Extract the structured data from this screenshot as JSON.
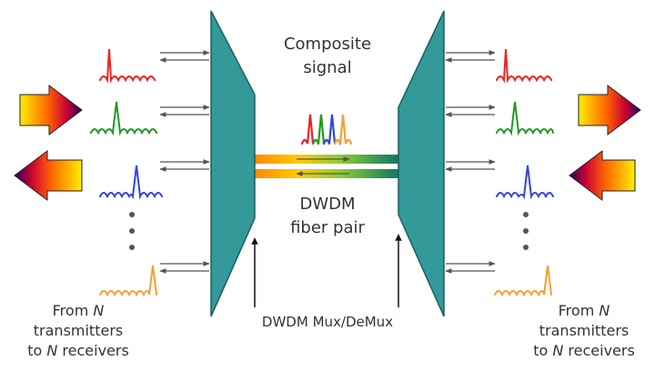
{
  "labels": {
    "composite_line1": "Composite",
    "composite_line2": "signal",
    "fiber_line1": "DWDM",
    "fiber_line2": "fiber pair",
    "muxdemux": "DWDM Mux/DeMux",
    "left_from": "From ",
    "left_n1": "N",
    "left_line2": "transmitters",
    "left_to": "to ",
    "left_n2": "N",
    "left_receivers": " receivers",
    "right_from": "From ",
    "right_n1": "N",
    "right_line2": "transmitters",
    "right_to": "to ",
    "right_n2": "N",
    "right_receivers": " receivers"
  },
  "colors": {
    "mux_fill": "#339999",
    "mux_stroke": "#1f5f5f",
    "red": "#ee2222",
    "green": "#229922",
    "blue": "#3344dd",
    "orange": "#f5a033",
    "arrow": "#555555",
    "dots": "#555555"
  },
  "wavelength_channels": [
    "red",
    "green",
    "blue",
    "orange"
  ]
}
